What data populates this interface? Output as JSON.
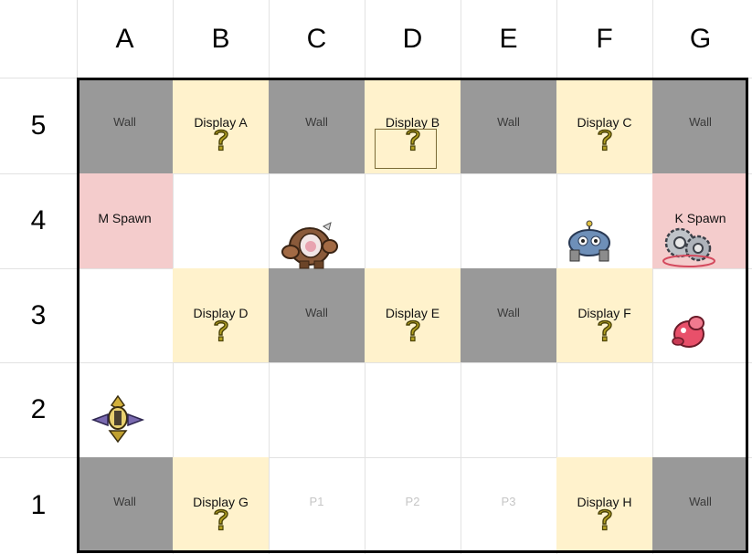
{
  "columns": [
    "A",
    "B",
    "C",
    "D",
    "E",
    "F",
    "G"
  ],
  "rows": [
    "5",
    "4",
    "3",
    "2",
    "1"
  ],
  "cells": {
    "r5": [
      {
        "type": "wall",
        "text": "Wall"
      },
      {
        "type": "display",
        "text": "Display A"
      },
      {
        "type": "wall",
        "text": "Wall"
      },
      {
        "type": "display",
        "text": "Display B"
      },
      {
        "type": "wall",
        "text": "Wall"
      },
      {
        "type": "display",
        "text": "Display C"
      },
      {
        "type": "wall",
        "text": "Wall"
      }
    ],
    "r4": [
      {
        "type": "spawn",
        "text": "M Spawn"
      },
      {
        "type": "empty",
        "text": ""
      },
      {
        "type": "empty",
        "text": ""
      },
      {
        "type": "empty",
        "text": ""
      },
      {
        "type": "empty",
        "text": ""
      },
      {
        "type": "empty",
        "text": ""
      },
      {
        "type": "spawn",
        "text": "K Spawn"
      }
    ],
    "r3": [
      {
        "type": "empty",
        "text": ""
      },
      {
        "type": "display",
        "text": "Display D"
      },
      {
        "type": "wall",
        "text": "Wall"
      },
      {
        "type": "display",
        "text": "Display E"
      },
      {
        "type": "wall",
        "text": "Wall"
      },
      {
        "type": "display",
        "text": "Display F"
      },
      {
        "type": "empty",
        "text": ""
      }
    ],
    "r2": [
      {
        "type": "empty",
        "text": ""
      },
      {
        "type": "empty",
        "text": ""
      },
      {
        "type": "empty",
        "text": ""
      },
      {
        "type": "empty",
        "text": ""
      },
      {
        "type": "empty",
        "text": ""
      },
      {
        "type": "empty",
        "text": ""
      },
      {
        "type": "empty",
        "text": ""
      }
    ],
    "r1": [
      {
        "type": "wall",
        "text": "Wall"
      },
      {
        "type": "display",
        "text": "Display G"
      },
      {
        "type": "plain",
        "text": "P1"
      },
      {
        "type": "plain",
        "text": "P2"
      },
      {
        "type": "plain",
        "text": "P3"
      },
      {
        "type": "display",
        "text": "Display H"
      },
      {
        "type": "wall",
        "text": "Wall"
      }
    ]
  },
  "icons": {
    "display_marker": "question-mark-icon"
  },
  "colors": {
    "wall": "#999999",
    "display": "#fff2cc",
    "spawn": "#f4cccc",
    "question_mark": "#b3a020"
  }
}
